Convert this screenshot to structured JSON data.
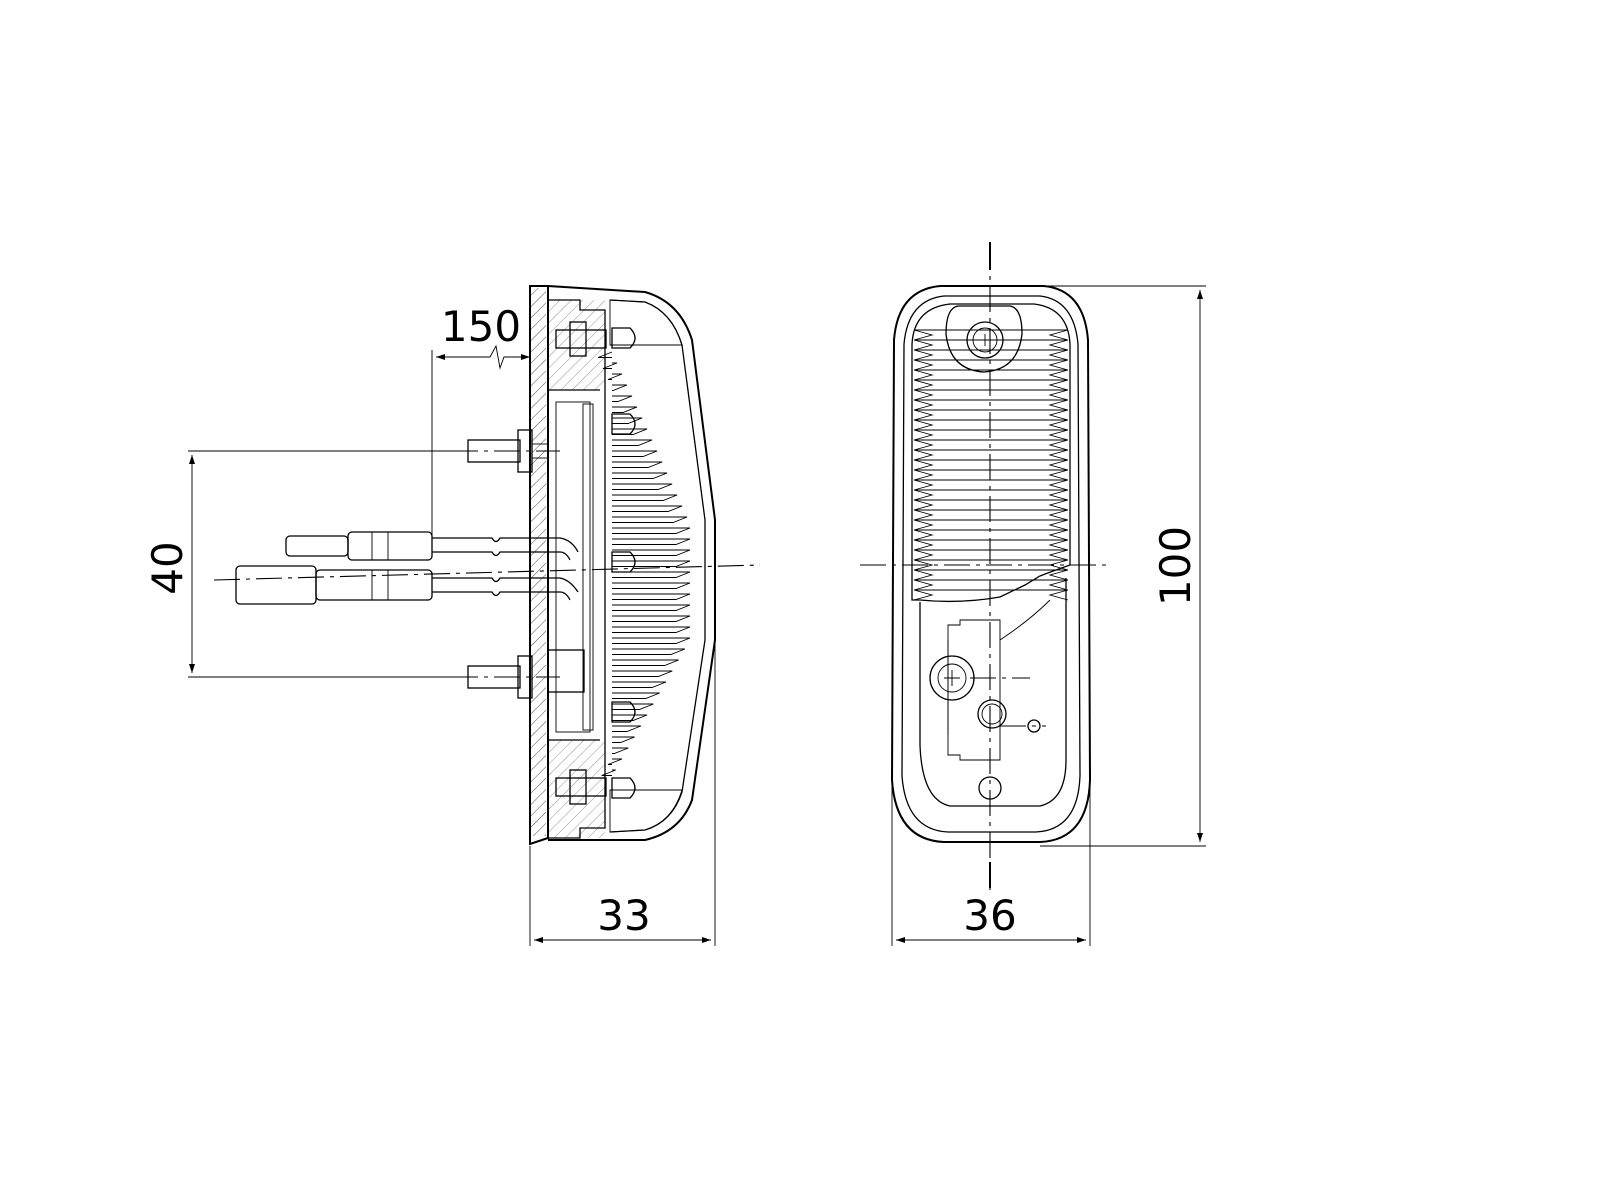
{
  "drawing": {
    "dimensions": {
      "wire_length": "150",
      "bolt_spacing": "40",
      "depth": "33",
      "width": "36",
      "height": "100"
    }
  }
}
